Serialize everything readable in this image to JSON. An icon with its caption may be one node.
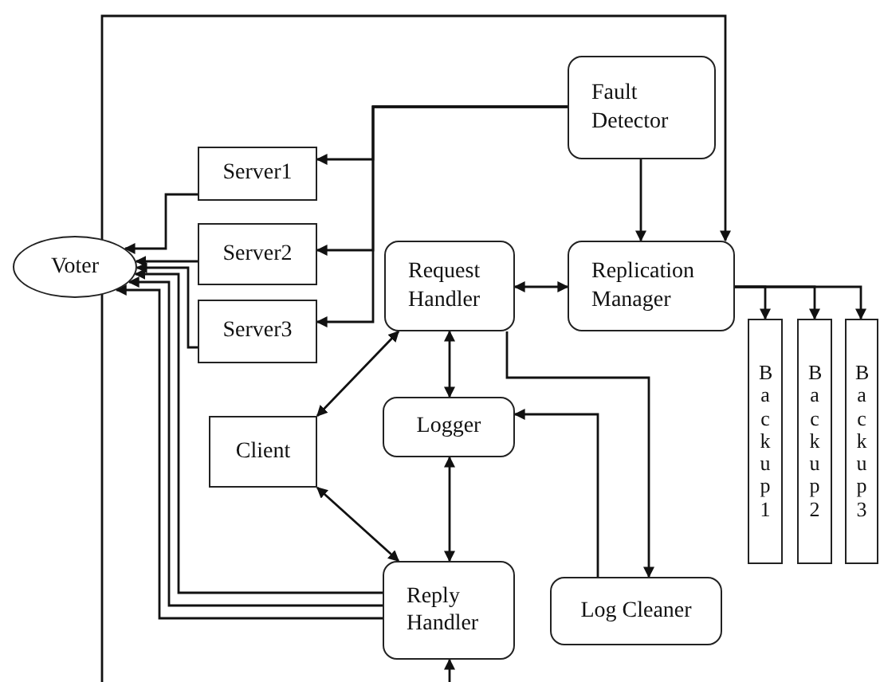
{
  "diagram": {
    "nodes": [
      {
        "text": [
          "Voter"
        ]
      },
      {
        "text": [
          "Server1"
        ]
      },
      {
        "text": [
          "Server2"
        ]
      },
      {
        "text": [
          "Server3"
        ]
      },
      {
        "text": [
          "Fault Detector"
        ]
      },
      {
        "text": [
          "Request Handler"
        ]
      },
      {
        "text": [
          "Replication Manager"
        ]
      },
      {
        "text": [
          "Backup1"
        ]
      },
      {
        "text": [
          "Backup2"
        ]
      },
      {
        "text": [
          "Backup3"
        ]
      },
      {
        "text": [
          "Client"
        ]
      },
      {
        "text": [
          "Logger"
        ]
      },
      {
        "text": [
          "Reply Handler"
        ]
      },
      {
        "text": [
          "Log Cleaner"
        ]
      }
    ],
    "edges": [
      {
        "from": 4,
        "to": 1,
        "arrow": "to"
      },
      {
        "from": 4,
        "to": 2,
        "arrow": "to"
      },
      {
        "from": 4,
        "to": 3,
        "arrow": "to"
      },
      {
        "from": 4,
        "to": 6,
        "arrow": "to"
      },
      {
        "from": null,
        "to": 6,
        "arrow": "to"
      },
      {
        "from": 5,
        "to": 6,
        "arrow": "both"
      },
      {
        "from": 6,
        "to": 7,
        "arrow": "to"
      },
      {
        "from": 6,
        "to": 8,
        "arrow": "to"
      },
      {
        "from": 6,
        "to": 9,
        "arrow": "to"
      },
      {
        "from": 1,
        "to": 0,
        "arrow": "to"
      },
      {
        "from": 2,
        "to": 0,
        "arrow": "to"
      },
      {
        "from": 3,
        "to": 0,
        "arrow": "to"
      },
      {
        "from": 12,
        "to": 0,
        "arrow": "to"
      },
      {
        "from": 12,
        "to": 0,
        "arrow": "to"
      },
      {
        "from": 12,
        "to": 0,
        "arrow": "to"
      },
      {
        "from": 5,
        "to": 10,
        "arrow": "both"
      },
      {
        "from": 10,
        "to": 12,
        "arrow": "both"
      },
      {
        "from": 5,
        "to": 11,
        "arrow": "both"
      },
      {
        "from": 11,
        "to": 12,
        "arrow": "both"
      },
      {
        "from": 5,
        "to": 13,
        "arrow": "to"
      },
      {
        "from": 13,
        "to": 11,
        "arrow": "to"
      },
      {
        "from": null,
        "to": 12,
        "arrow": "to"
      }
    ]
  }
}
